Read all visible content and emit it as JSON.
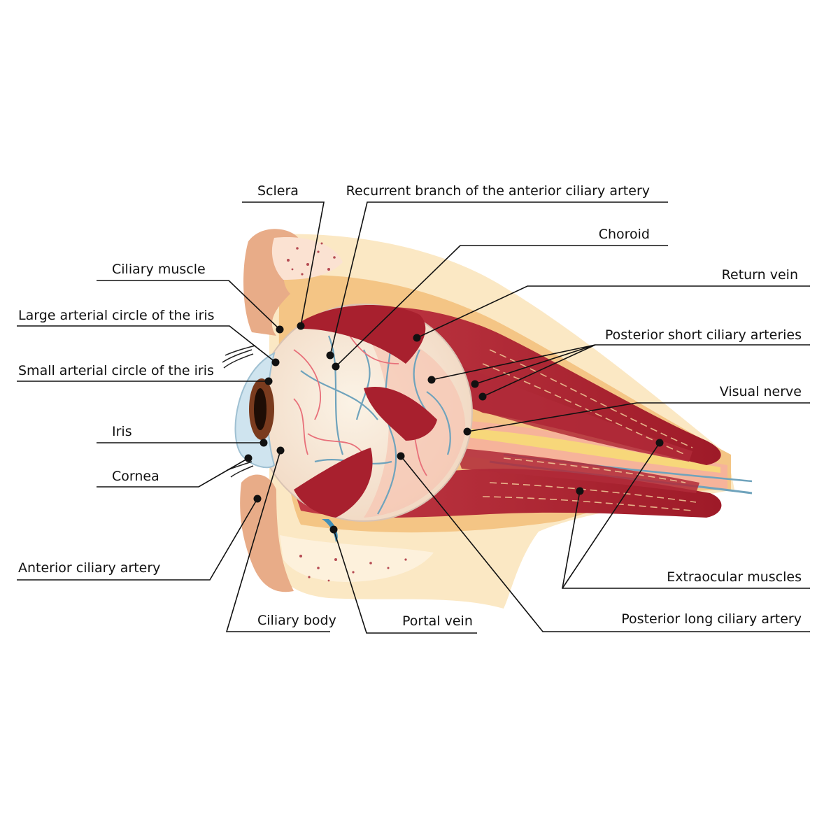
{
  "labels": {
    "sclera": "Sclera",
    "recurrent_branch": "Recurrent branch of the anterior ciliary artery",
    "choroid": "Choroid",
    "ciliary_muscle": "Ciliary muscle",
    "return_vein": "Return vein",
    "large_arterial_circle": "Large arterial circle of the iris",
    "posterior_short_ciliary": "Posterior short ciliary arteries",
    "small_arterial_circle": "Small arterial circle of the iris",
    "visual_nerve": "Visual nerve",
    "iris": "Iris",
    "cornea": "Cornea",
    "anterior_ciliary_artery": "Anterior ciliary artery",
    "extraocular_muscles": "Extraocular muscles",
    "ciliary_body": "Ciliary body",
    "portal_vein": "Portal vein",
    "posterior_long_ciliary": "Posterior long ciliary artery"
  },
  "colors": {
    "skin": "#e8ac88",
    "fat_light": "#fbe8c4",
    "fat_mid": "#f4c585",
    "muscle": "#a8202e",
    "eyeball": "#f7e9d7",
    "cornea": "#cfe4ef",
    "nerve": "#f6a58a",
    "vessel_blue": "#6fa3bc",
    "vessel_red": "#e8707a"
  }
}
